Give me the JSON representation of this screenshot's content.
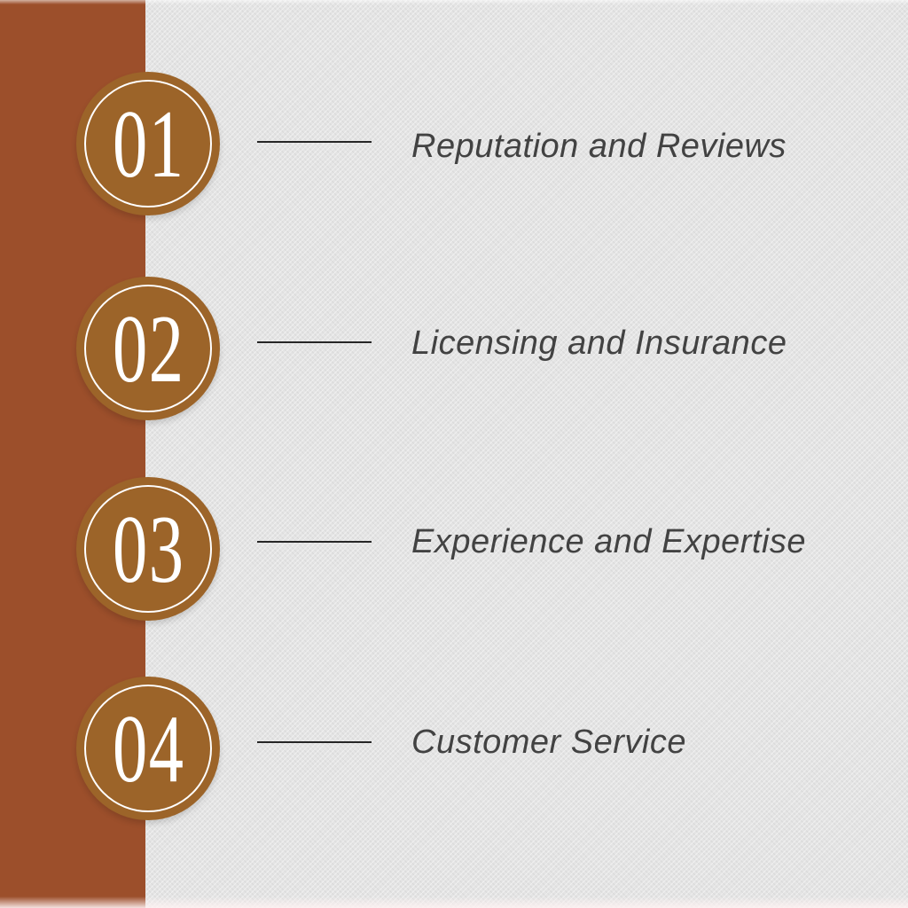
{
  "theme": {
    "background": "#e4e4e4",
    "sidebar": "#9c4f2b",
    "circle": "#9c6429",
    "ring": "#ffffff",
    "numeral": "#ffffff",
    "line": "#262626",
    "label_text": "#424242"
  },
  "items": [
    {
      "number": "01",
      "label": "Reputation and Reviews"
    },
    {
      "number": "02",
      "label": "Licensing and Insurance"
    },
    {
      "number": "03",
      "label": "Experience and Expertise"
    },
    {
      "number": "04",
      "label": "Customer Service"
    }
  ]
}
